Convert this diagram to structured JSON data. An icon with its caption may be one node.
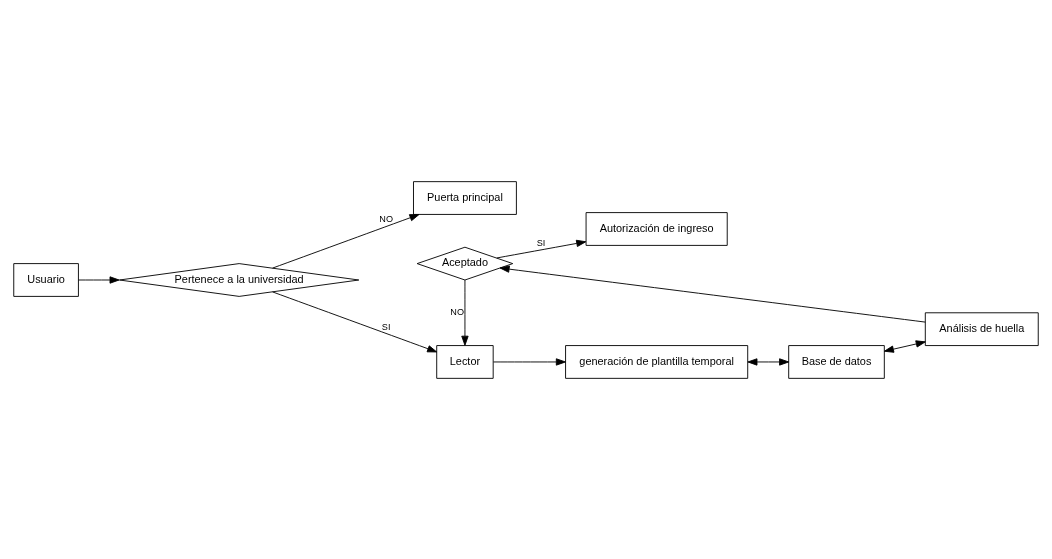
{
  "diagram": {
    "nodes": [
      {
        "text": [
          "Usuario"
        ]
      },
      {
        "text": [
          "Pertenece a la universidad"
        ]
      },
      {
        "text": [
          "Lector"
        ]
      },
      {
        "text": [
          "generación de plantilla temporal"
        ]
      },
      {
        "text": [
          "Base de datos"
        ]
      },
      {
        "text": [
          "Análisis de huella"
        ]
      },
      {
        "text": [
          "Aceptado"
        ]
      },
      {
        "text": [
          "Puerta principal"
        ]
      },
      {
        "text": [
          "Autorización de ingreso"
        ]
      }
    ],
    "edges": [
      {
        "from": 0,
        "to": 1,
        "arrow": "to"
      },
      {
        "from": 1,
        "to": 2,
        "arrow": "to",
        "label": "SI"
      },
      {
        "from": 1,
        "to": 7,
        "arrow": "to",
        "label": "NO"
      },
      {
        "from": 2,
        "to": 3,
        "arrow": "to"
      },
      {
        "from": 3,
        "to": 4,
        "arrow": "both"
      },
      {
        "from": 4,
        "to": 5,
        "arrow": "both"
      },
      {
        "from": 5,
        "to": 6,
        "arrow": "to"
      },
      {
        "from": 6,
        "to": 2,
        "arrow": "to",
        "label": "NO"
      },
      {
        "from": 6,
        "to": 8,
        "arrow": "to",
        "label": "SI"
      }
    ]
  }
}
